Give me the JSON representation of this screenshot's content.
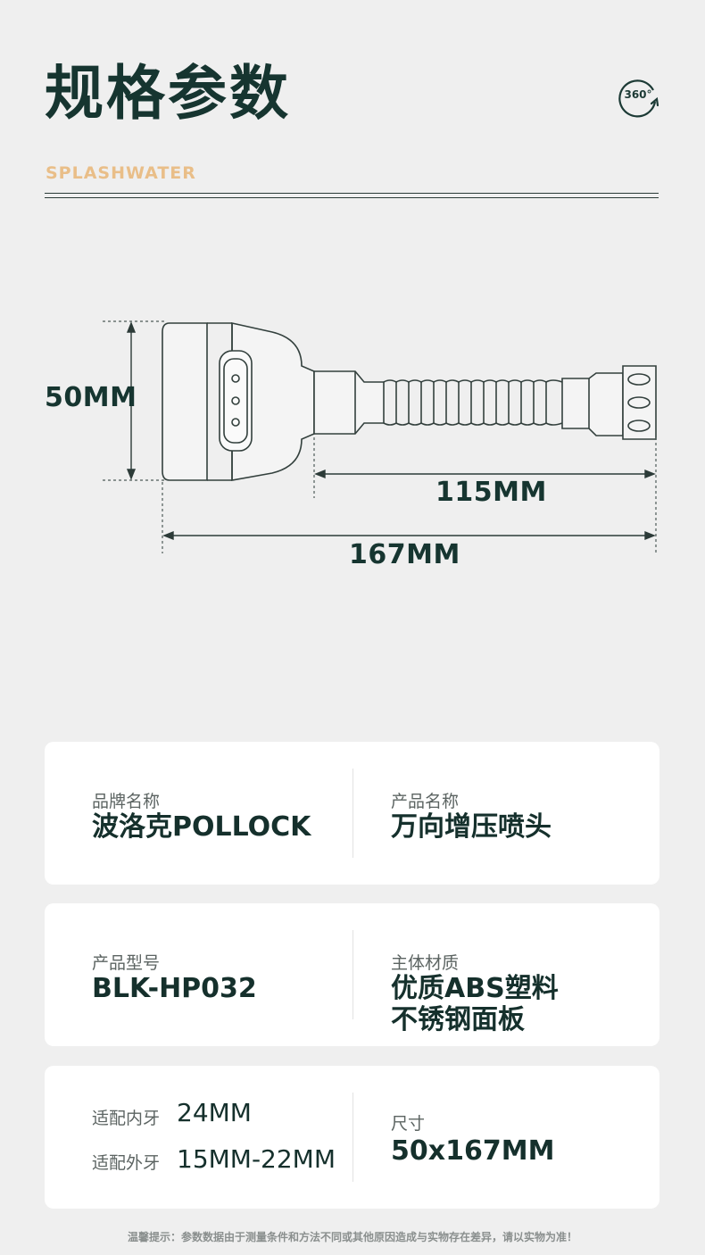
{
  "header": {
    "title": "规格参数",
    "brand": "SPLASHWATER",
    "badge_text": "360°"
  },
  "dimensions": {
    "height": "50MM",
    "hose_length": "115MM",
    "total_length": "167MM"
  },
  "specs": {
    "brand_label": "品牌名称",
    "brand_value": "波洛克POLLOCK",
    "product_label": "产品名称",
    "product_value": "万向增压喷头",
    "model_label": "产品型号",
    "model_value": "BLK-HP032",
    "material_label": "主体材质",
    "material_line1": "优质ABS塑料",
    "material_line2": "不锈钢面板",
    "inner_thread_label": "适配内牙",
    "inner_thread_value": "24MM",
    "outer_thread_label": "适配外牙",
    "outer_thread_value": "15MM-22MM",
    "size_label": "尺寸",
    "size_value": "50x167MM"
  },
  "footer": {
    "notice": "温馨提示：参数数据由于测量条件和方法不同或其他原因造成与实物存在差异，请以实物为准！"
  },
  "colors": {
    "background": "#efefef",
    "title": "#163530",
    "brand": "#e9be88",
    "card": "#ffffff"
  }
}
